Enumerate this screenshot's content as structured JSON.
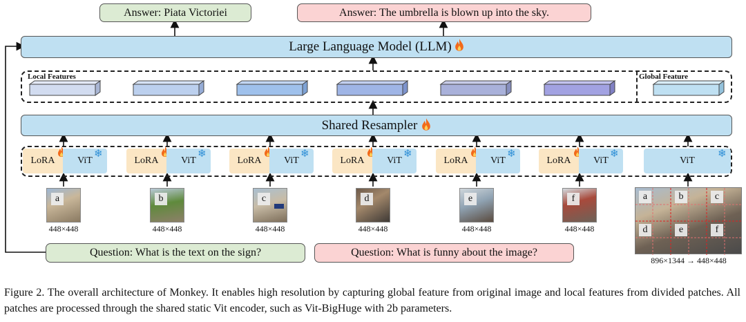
{
  "answers": {
    "left": "Answer:  Piata Victoriei",
    "right": "Answer:  The umbrella is blown up into the sky."
  },
  "llm": {
    "label": "Large Language Model (LLM)"
  },
  "features": {
    "local_label": "Local Features",
    "global_label": "Global Feature"
  },
  "resampler": {
    "label": "Shared Resampler"
  },
  "encoders": {
    "lora_label": "LoRA",
    "vit_label": "ViT"
  },
  "patches": {
    "letters": [
      "a",
      "b",
      "c",
      "d",
      "e",
      "f"
    ],
    "resolution": "448×448",
    "grid_letters": [
      "a",
      "b",
      "c",
      "d",
      "e",
      "f"
    ],
    "global_resolution": "896×1344 → 448×448"
  },
  "questions": {
    "left": "Question: What is the text on the sign?",
    "right": "Question: What is funny about the image?"
  },
  "caption": "Figure 2. The overall architecture of Monkey. It enables high resolution by capturing global feature from original image and local features from divided patches. All patches are processed through the shared static Vit encoder, such as Vit-BigHuge with 2b parameters.",
  "colors": {
    "green_box": "#dcebd3",
    "pink_box": "#fbd3d3",
    "blue_box": "#bfe0f2",
    "lora_box": "#fbe6c4",
    "flame": "#f26a1b",
    "snowflake": "#2f8fd6"
  },
  "icons": {
    "trainable": "flame-icon",
    "frozen": "snowflake-icon"
  }
}
